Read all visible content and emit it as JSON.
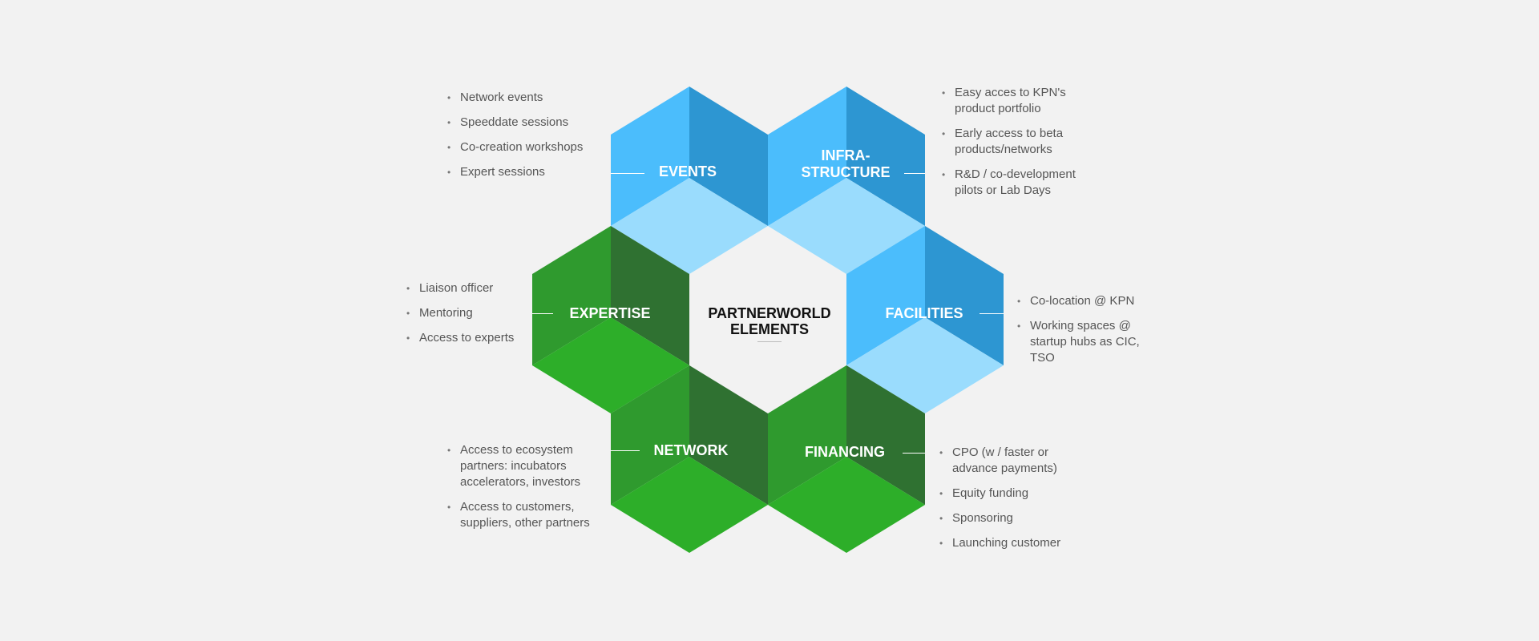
{
  "center": {
    "line1": "PARTNERWORLD",
    "line2": "ELEMENTS"
  },
  "segments": {
    "events": {
      "label": "EVENTS",
      "items": [
        "Network events",
        "Speeddate sessions",
        "Co-creation workshops",
        "Expert sessions"
      ]
    },
    "infrastructure": {
      "label_line1": "INFRA-",
      "label_line2": "STRUCTURE",
      "items": [
        "Easy acces to KPN's product portfolio",
        "Early access to beta products/networks",
        "R&D / co-development pilots or Lab Days"
      ]
    },
    "expertise": {
      "label": "EXPERTISE",
      "items": [
        "Liaison officer",
        "Mentoring",
        "Access to experts"
      ]
    },
    "facilities": {
      "label": "FACILITIES",
      "items": [
        "Co-location @ KPN",
        "Working spaces @ startup hubs as CIC, TSO"
      ]
    },
    "network": {
      "label": "NETWORK",
      "items": [
        "Access to ecosystem partners: incubators accelerators, investors",
        "Access to customers, suppliers, other partners"
      ]
    },
    "financing": {
      "label": "FINANCING",
      "items": [
        "CPO (w / faster or advance payments)",
        "Equity funding",
        "Sponsoring",
        "Launching customer"
      ]
    }
  },
  "colors": {
    "background": "#f2f2f2",
    "blue_left": "#4bbdfc",
    "blue_right": "#2d96d2",
    "blue_bottom": "#9adcfd",
    "green_left": "#2f9a2e",
    "green_right": "#2f7131",
    "green_bottom": "#2dae29"
  }
}
